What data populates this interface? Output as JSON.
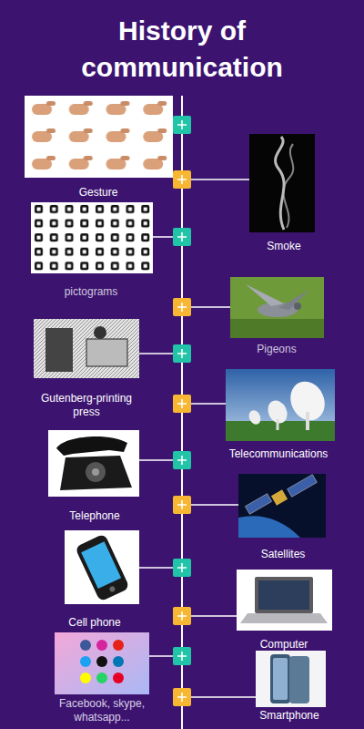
{
  "diagram": {
    "title": "History of communication",
    "labels": [
      "Gesture",
      "Smoke",
      "pictograms",
      "Pigeons",
      "Gutenberg-printing press",
      "Telecommunications",
      "Telephone",
      "Satellites",
      "Cell phone",
      "Computer",
      "Facebook, skype, whatsapp...",
      "Smartphone"
    ]
  }
}
